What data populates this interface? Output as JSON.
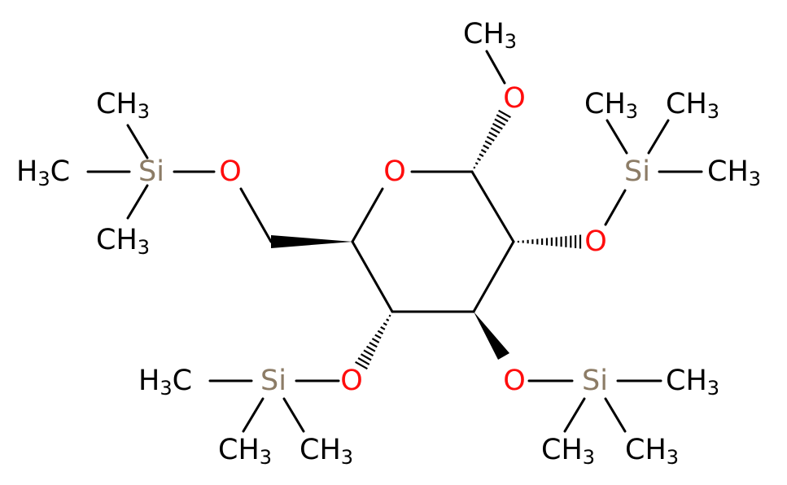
{
  "atom_colors": {
    "O": "#ff0d0d",
    "Si": "#8c7c66",
    "C": "#000000",
    "bond": "#000000"
  },
  "labels": {
    "ring_o": "O",
    "o_methoxy": "O",
    "ch3_methoxy": {
      "main": "CH",
      "sub": "3"
    },
    "o_6": "O",
    "si_6": "Si",
    "si6_ch3_top": {
      "main": "CH",
      "sub": "3"
    },
    "si6_h3c_left": {
      "pre": "H",
      "sub": "3",
      "post": "C"
    },
    "si6_ch3_bottom": {
      "main": "CH",
      "sub": "3"
    },
    "o_2": "O",
    "si_2": "Si",
    "si2_ch3_topleft": {
      "main": "CH",
      "sub": "3"
    },
    "si2_ch3_topright": {
      "main": "CH",
      "sub": "3"
    },
    "si2_ch3_right": {
      "main": "CH",
      "sub": "3"
    },
    "o_4": "O",
    "si_4": "Si",
    "si4_h3c_left": {
      "pre": "H",
      "sub": "3",
      "post": "C"
    },
    "si4_ch3_bottomleft": {
      "main": "CH",
      "sub": "3"
    },
    "si4_ch3_bottomright": {
      "main": "CH",
      "sub": "3"
    },
    "o_3": "O",
    "si_3": "Si",
    "si3_ch3_right": {
      "main": "CH",
      "sub": "3"
    },
    "si3_ch3_bottomleft": {
      "main": "CH",
      "sub": "3"
    },
    "si3_ch3_bottomright": {
      "main": "CH",
      "sub": "3"
    }
  }
}
